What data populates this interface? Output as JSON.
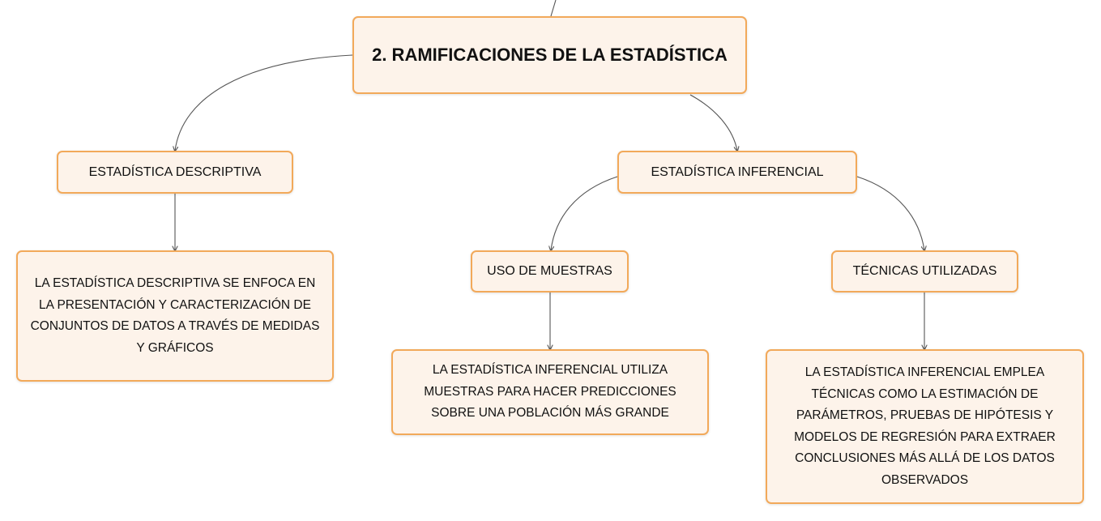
{
  "root": {
    "label": "2. RAMIFICACIONES DE LA ESTADÍSTICA"
  },
  "descriptiva": {
    "label": "ESTADÍSTICA DESCRIPTIVA",
    "detail": "LA ESTADÍSTICA DESCRIPTIVA SE ENFOCA EN LA PRESENTACIÓN Y CARACTERIZACIÓN DE CONJUNTOS DE DATOS A TRAVÉS DE MEDIDAS Y GRÁFICOS"
  },
  "inferencial": {
    "label": "ESTADÍSTICA INFERENCIAL",
    "muestras": {
      "label": "USO DE MUESTRAS",
      "detail": "LA ESTADÍSTICA INFERENCIAL UTILIZA MUESTRAS PARA HACER PREDICCIONES SOBRE UNA POBLACIÓN MÁS GRANDE"
    },
    "tecnicas": {
      "label": "TÉCNICAS UTILIZADAS",
      "detail": "LA ESTADÍSTICA INFERENCIAL EMPLEA TÉCNICAS COMO LA ESTIMACIÓN DE PARÁMETROS, PRUEBAS DE HIPÓTESIS Y MODELOS DE REGRESIÓN PARA EXTRAER CONCLUSIONES MÁS ALLÁ DE LOS DATOS OBSERVADOS"
    }
  },
  "colors": {
    "border": "#f2a95a",
    "fill": "#fdf3ea",
    "line": "#555555"
  }
}
